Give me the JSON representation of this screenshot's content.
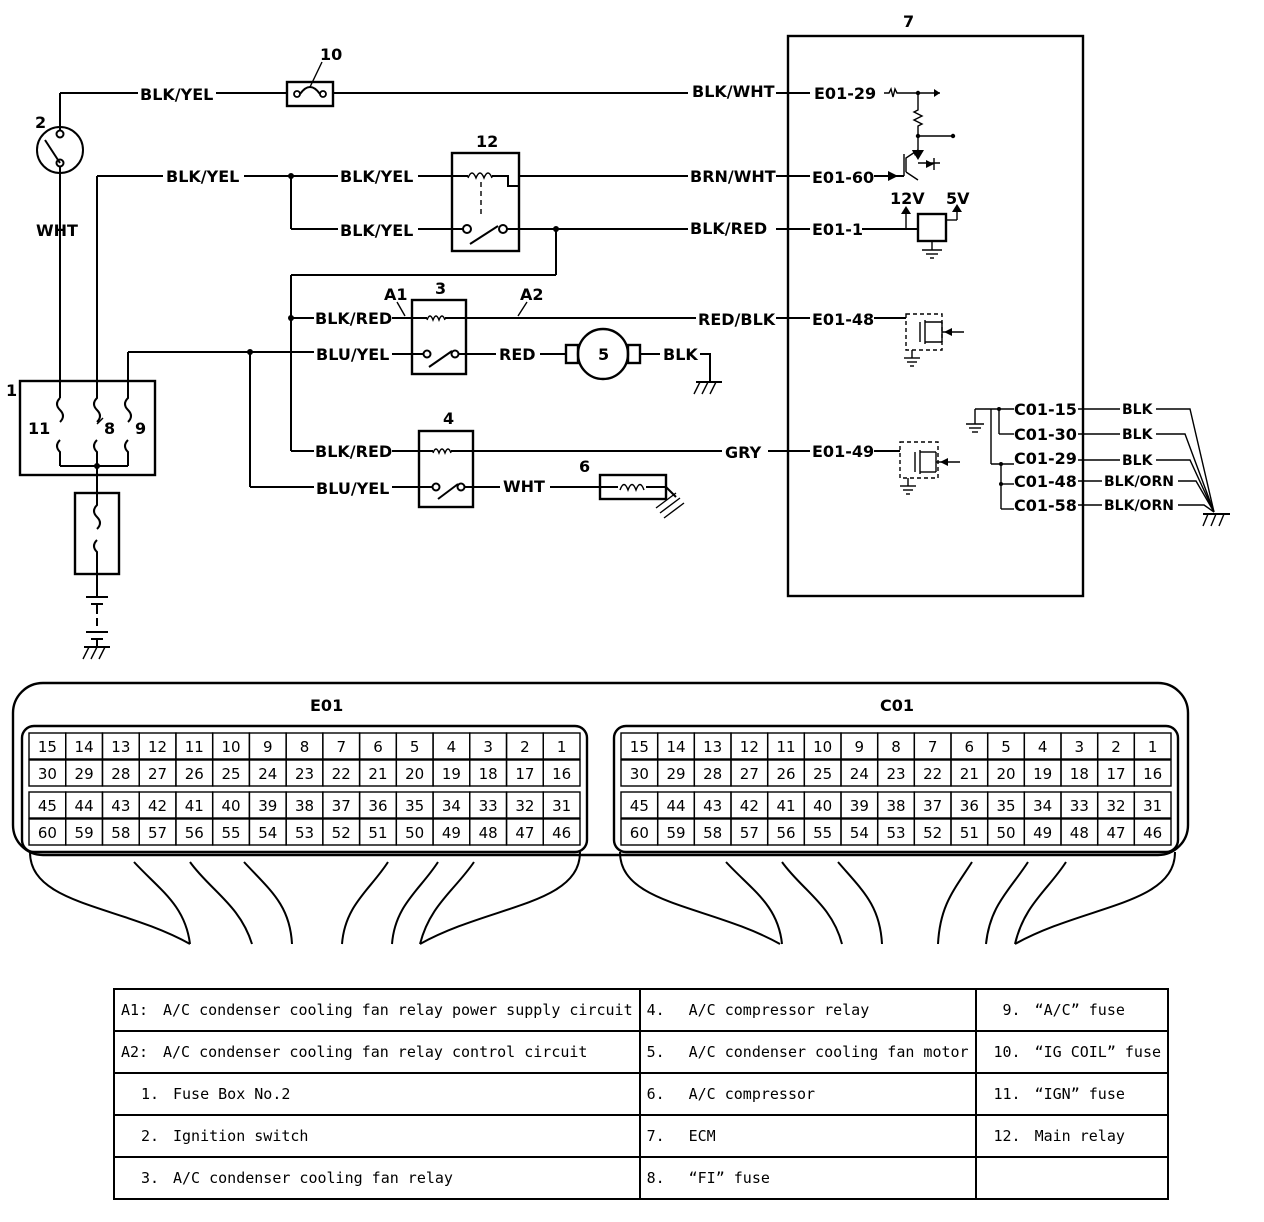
{
  "components": {
    "c1": "1",
    "c2": "2",
    "c3": "3",
    "c4": "4",
    "c5": "5",
    "c6": "6",
    "c7": "7",
    "c10": "10",
    "c12": "12",
    "f11": "11",
    "f8": "8",
    "f9": "9"
  },
  "wires": {
    "blk_yel_top": "BLK/YEL",
    "blk_wht": "BLK/WHT",
    "wht_ign": "WHT",
    "blk_yel_2": "BLK/YEL",
    "blk_yel_3": "BLK/YEL",
    "blk_yel_4": "BLK/YEL",
    "brn_wht": "BRN/WHT",
    "blk_red_1": "BLK/RED",
    "a1": "A1",
    "a2": "A2",
    "blk_red_2": "BLK/RED",
    "red_blk": "RED/BLK",
    "blu_yel_1": "BLU/YEL",
    "red": "RED",
    "blk_gnd": "BLK",
    "blk_red_3": "BLK/RED",
    "gry": "GRY",
    "blu_yel_2": "BLU/YEL",
    "wht_comp": "WHT",
    "v12": "12V",
    "v5": "5V"
  },
  "ecm_pins": {
    "e01_29": "E01-29",
    "e01_60": "E01-60",
    "e01_1": "E01-1",
    "e01_48": "E01-48",
    "e01_49": "E01-49",
    "c01_15": "C01-15",
    "c01_30": "C01-30",
    "c01_29": "C01-29",
    "c01_48": "C01-48",
    "c01_58": "C01-58"
  },
  "ground_wires": [
    "BLK",
    "BLK",
    "BLK",
    "BLK/ORN",
    "BLK/ORN"
  ],
  "connectors": {
    "e01_name": "E01",
    "c01_name": "C01",
    "rows": [
      [
        "15",
        "14",
        "13",
        "12",
        "11",
        "10",
        "9",
        "8",
        "7",
        "6",
        "5",
        "4",
        "3",
        "2",
        "1"
      ],
      [
        "30",
        "29",
        "28",
        "27",
        "26",
        "25",
        "24",
        "23",
        "22",
        "21",
        "20",
        "19",
        "18",
        "17",
        "16"
      ],
      [
        "45",
        "44",
        "43",
        "42",
        "41",
        "40",
        "39",
        "38",
        "37",
        "36",
        "35",
        "34",
        "33",
        "32",
        "31"
      ],
      [
        "60",
        "59",
        "58",
        "57",
        "56",
        "55",
        "54",
        "53",
        "52",
        "51",
        "50",
        "49",
        "48",
        "47",
        "46"
      ]
    ]
  },
  "legend": {
    "r1c1k": "A1:",
    "r1c1v": "A/C condenser cooling fan relay power supply circuit",
    "r1c2k": "4.",
    "r1c2v": "A/C compressor relay",
    "r1c3k": "9.",
    "r1c3v": "“A/C” fuse",
    "r2c1k": "A2:",
    "r2c1v": "A/C condenser cooling fan relay control circuit",
    "r2c2k": "5.",
    "r2c2v": "A/C condenser cooling fan motor",
    "r2c3k": "10.",
    "r2c3v": "“IG COIL” fuse",
    "r3c1k": "1.",
    "r3c1v": "Fuse Box No.2",
    "r3c2k": "6.",
    "r3c2v": "A/C compressor",
    "r3c3k": "11.",
    "r3c3v": "“IGN” fuse",
    "r4c1k": "2.",
    "r4c1v": "Ignition switch",
    "r4c2k": "7.",
    "r4c2v": "ECM",
    "r4c3k": "12.",
    "r4c3v": "Main relay",
    "r5c1k": "3.",
    "r5c1v": "A/C condenser cooling fan relay",
    "r5c2k": "8.",
    "r5c2v": "“FI” fuse"
  }
}
